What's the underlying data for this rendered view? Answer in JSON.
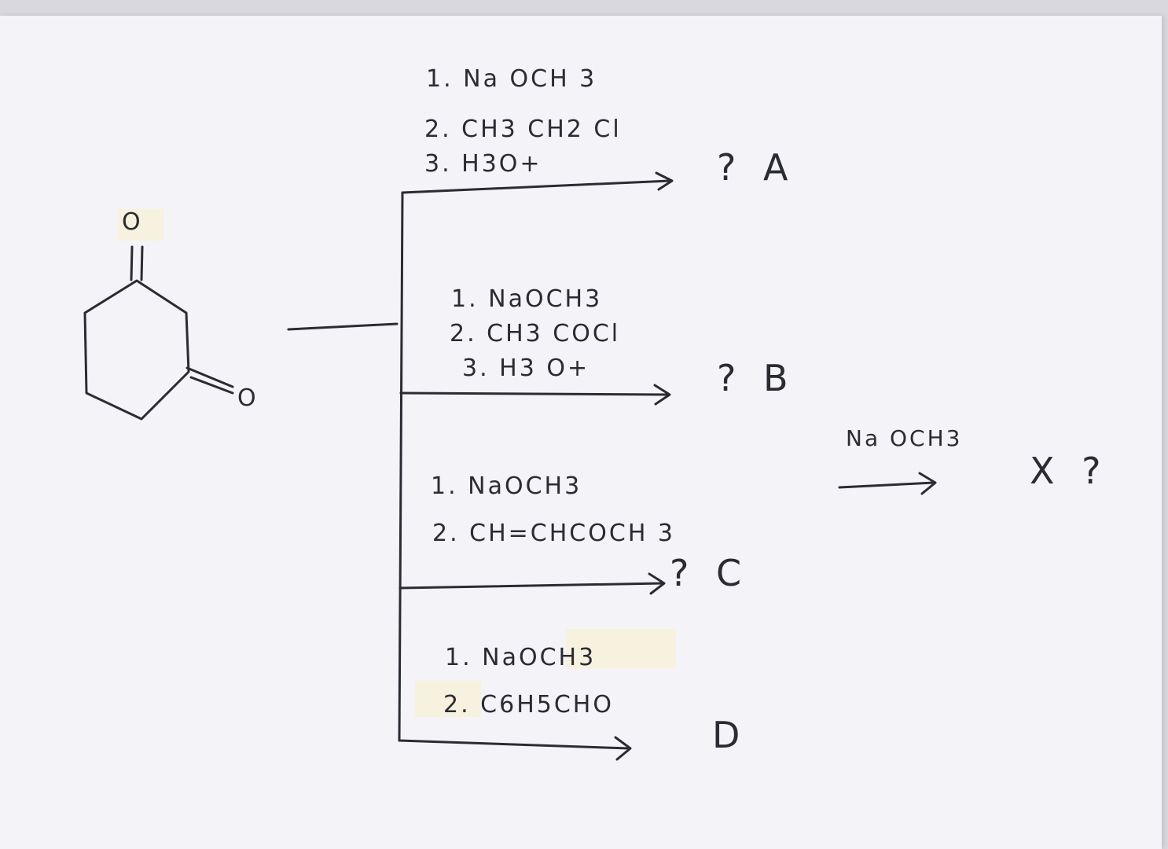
{
  "molecule": {
    "atoms": [
      "O",
      "O"
    ]
  },
  "reactions": [
    {
      "steps": [
        "1. Na OCH 3",
        "2. CH3 CH2 Cl",
        "3. H3O+"
      ],
      "product": "? A"
    },
    {
      "steps": [
        "1. NaOCH3",
        "2. CH3 COCl",
        "3. H3 O+"
      ],
      "product": "? B"
    },
    {
      "steps": [
        "1. NaOCH3",
        "2. CH=CHCOCH 3"
      ],
      "product": "? C"
    },
    {
      "steps": [
        "1. NaOCH3",
        "2. C6H5CHO"
      ],
      "product": "D"
    }
  ],
  "followup": {
    "reagent": "Na OCH3",
    "product": "X ?"
  },
  "colors": {
    "ink": "#2b2b33",
    "paper": "#f3f3f8",
    "background": "#d9d8de",
    "tape": "#f6f1d8"
  }
}
